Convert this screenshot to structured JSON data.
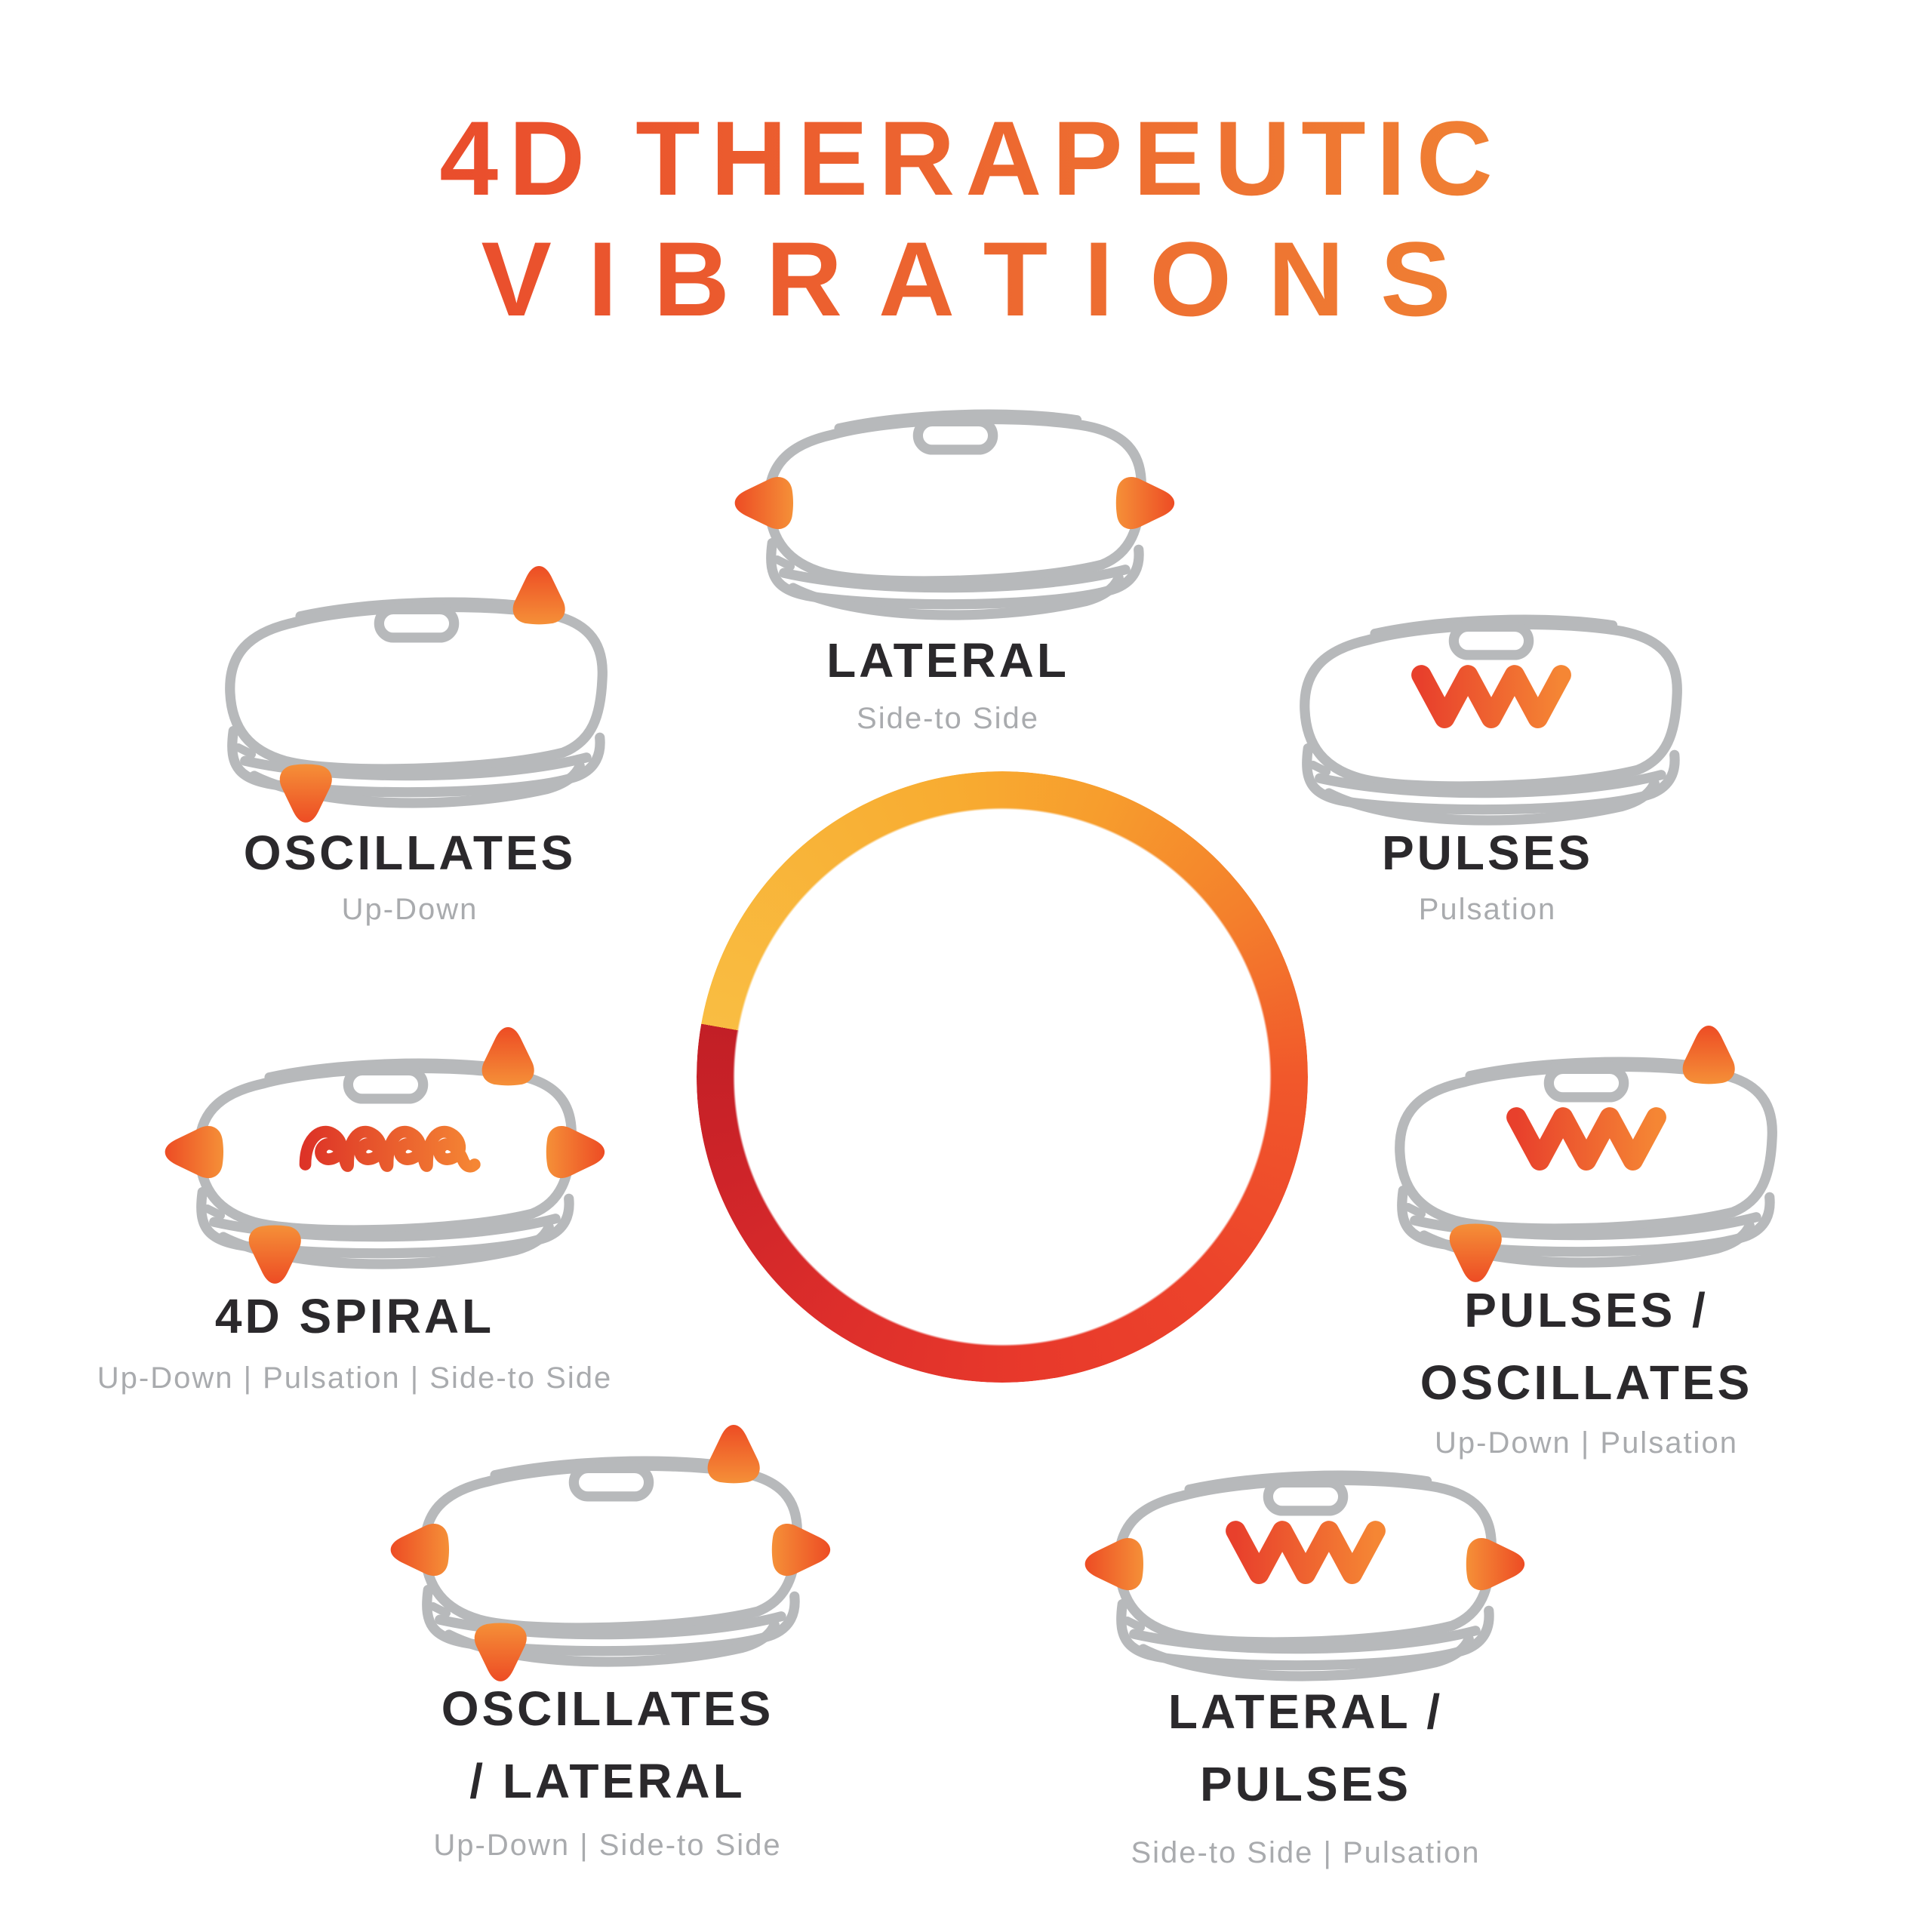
{
  "title": {
    "line1": "4D THERAPEUTIC",
    "line2": "VIBRATIONS"
  },
  "colors": {
    "background": "#FFFFFF",
    "title_gradient_start": "#E8432B",
    "title_gradient_end": "#F18A35",
    "label_text": "#2B292C",
    "subtitle_text": "#A9ABAE",
    "device_outline_gray": "#B7B9BB",
    "accent_orange": "#F15A29",
    "ring_yellow": "#F9B033",
    "ring_orange": "#F1582B",
    "ring_red": "#E8392B",
    "ring_dark_red": "#C21F26"
  },
  "ring": {
    "type": "gradient-ring",
    "hard_stop_angle_deg": 280
  },
  "stations": [
    {
      "id": "lateral",
      "label_lines": [
        "LATERAL"
      ],
      "sublabel": "Side-to Side",
      "arrows": [
        "left",
        "right"
      ],
      "overlay": "none",
      "position": "top-center"
    },
    {
      "id": "oscillates",
      "label_lines": [
        "OSCILLATES"
      ],
      "sublabel": "Up-Down",
      "arrows": [
        "up",
        "down"
      ],
      "overlay": "none",
      "position": "upper-left"
    },
    {
      "id": "pulses",
      "label_lines": [
        "PULSES"
      ],
      "sublabel": "Pulsation",
      "arrows": [],
      "overlay": "wave",
      "position": "upper-right"
    },
    {
      "id": "4d-spiral",
      "label_lines": [
        "4D SPIRAL"
      ],
      "sublabel": "Up-Down | Pulsation | Side-to Side",
      "arrows": [
        "up",
        "down",
        "left",
        "right"
      ],
      "overlay": "spiral",
      "position": "middle-left"
    },
    {
      "id": "pulses-oscillates",
      "label_lines": [
        "PULSES /",
        "OSCILLATES"
      ],
      "sublabel": "Up-Down | Pulsation",
      "arrows": [
        "up",
        "down"
      ],
      "overlay": "wave",
      "position": "middle-right"
    },
    {
      "id": "oscillates-lateral",
      "label_lines": [
        "OSCILLATES",
        "/ LATERAL"
      ],
      "sublabel": "Up-Down | Side-to Side",
      "arrows": [
        "up",
        "down",
        "left",
        "right"
      ],
      "overlay": "none",
      "position": "bottom-left"
    },
    {
      "id": "lateral-pulses",
      "label_lines": [
        "LATERAL /",
        "PULSES"
      ],
      "sublabel": "Side-to Side | Pulsation",
      "arrows": [
        "left",
        "right"
      ],
      "overlay": "wave",
      "position": "bottom-right"
    }
  ]
}
